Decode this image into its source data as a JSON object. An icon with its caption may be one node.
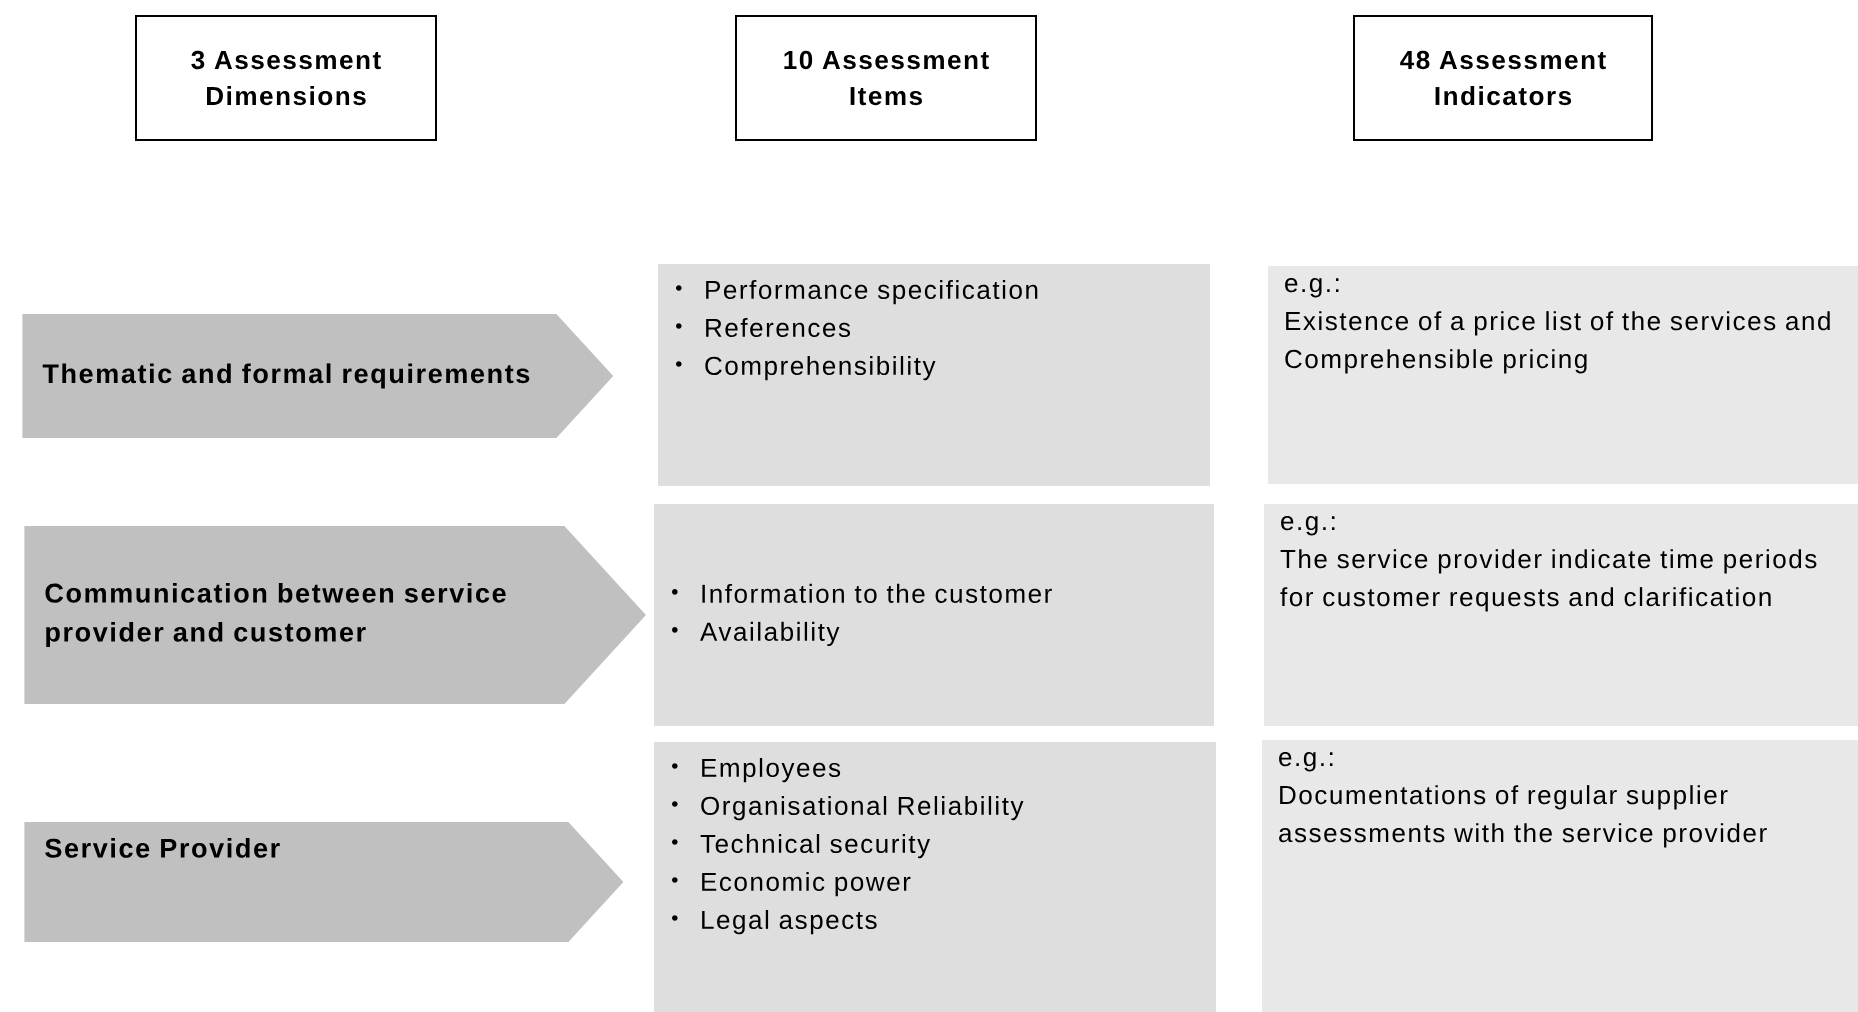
{
  "diagram": {
    "nodes": [
      {
        "text": [
          "3 Assessment Dimensions"
        ]
      },
      {
        "text": [
          "10 Assessment Items"
        ]
      },
      {
        "text": [
          "48 Assessment Indicators"
        ]
      },
      {
        "text": [
          "Thematic and formal requirements"
        ]
      },
      {
        "text": [
          "Performance specification",
          "References",
          "Comprehensibility"
        ]
      },
      {
        "text": [
          "e.g.:",
          "Existence of a price list of the services and Comprehensible pricing"
        ]
      },
      {
        "text": [
          "Communication between service provider and customer"
        ]
      },
      {
        "text": [
          "Information to the customer",
          "Availability"
        ]
      },
      {
        "text": [
          "e.g.:",
          "The service provider indicate time periods for customer requests and clarification"
        ]
      },
      {
        "text": [
          "Service Provider"
        ]
      },
      {
        "text": [
          "Employees",
          "Organisational Reliability",
          "Technical security",
          "Economic power",
          "Legal aspects"
        ]
      },
      {
        "text": [
          "e.g.:",
          "Documentations of regular supplier assessments with the service provider"
        ]
      }
    ]
  }
}
